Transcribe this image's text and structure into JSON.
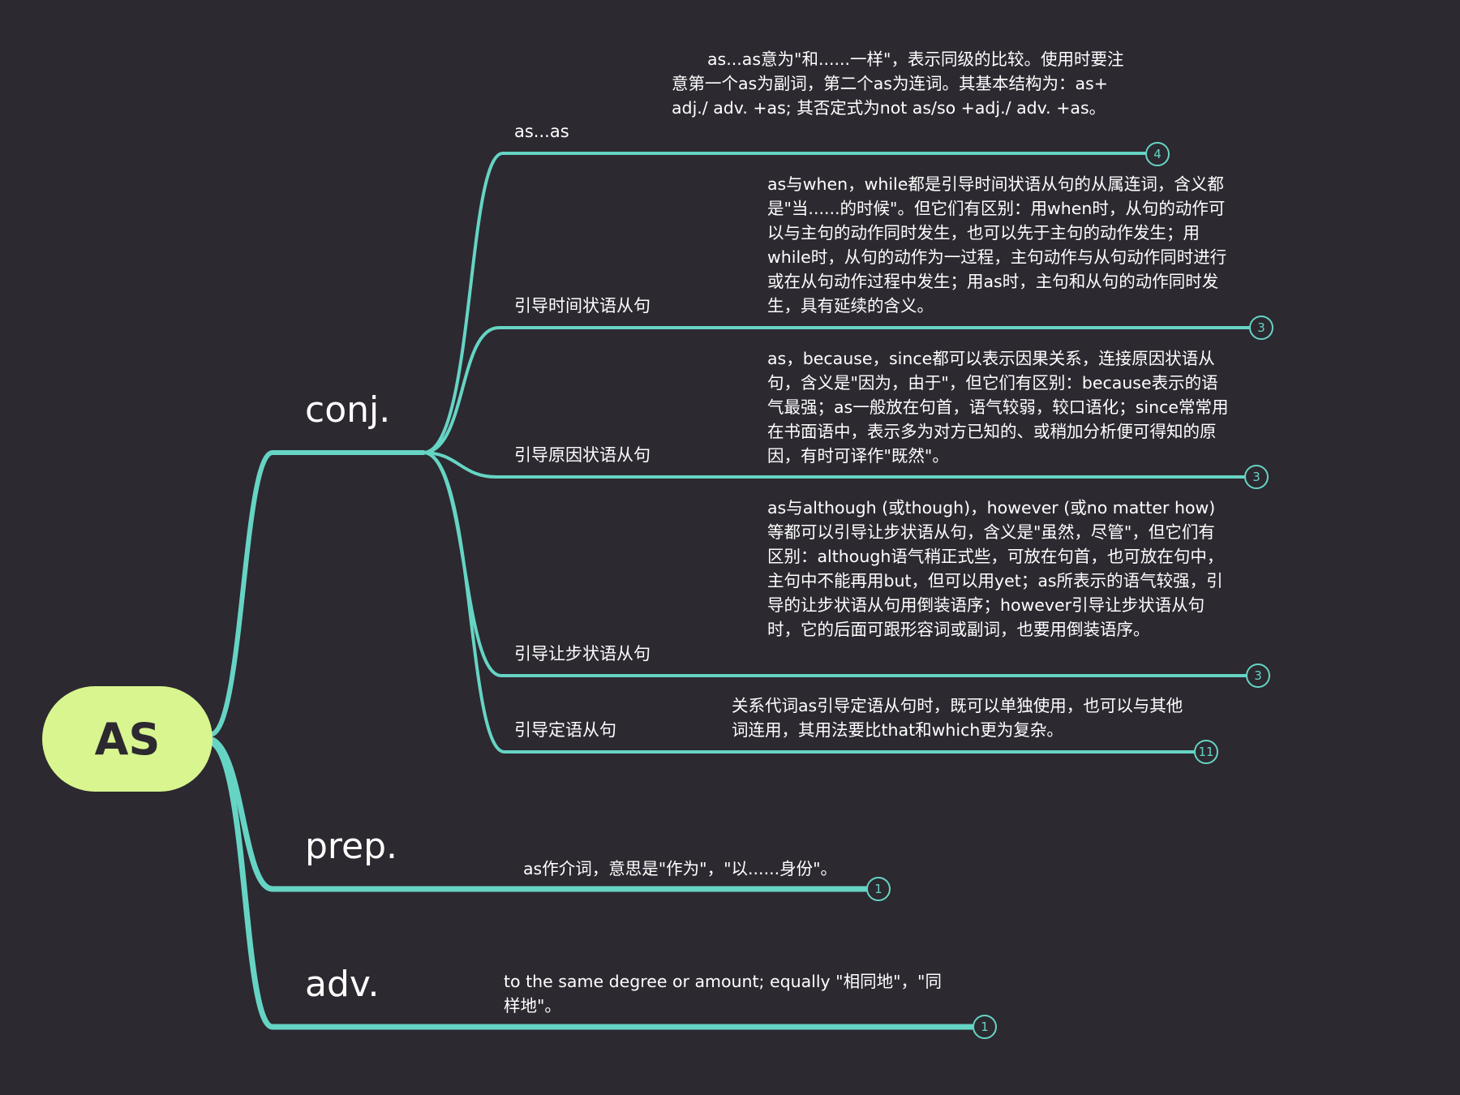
{
  "root": {
    "label": "AS"
  },
  "branches": {
    "conj": {
      "label": "conj.",
      "topics": {
        "asas": {
          "label": "as...as",
          "note": "as...as意为\"和......一样\"，表示同级的比较。使用时要注意第一个as为副词，第二个as为连词。其基本结构为：as+ adj./ adv. +as; 其否定式为not as/so +adj./ adv. +as。",
          "count": "4"
        },
        "time": {
          "label": "引导时间状语从句",
          "note": "as与when，while都是引导时间状语从句的从属连词，含义都是\"当......的时候\"。但它们有区别：用when时，从句的动作可以与主句的动作同时发生，也可以先于主句的动作发生；用while时，从句的动作为一过程，主句动作与从句动作同时进行或在从句动作过程中发生；用as时，主句和从句的动作同时发生，具有延续的含义。",
          "count": "3"
        },
        "reason": {
          "label": "引导原因状语从句",
          "note": "as，because，since都可以表示因果关系，连接原因状语从句，含义是\"因为，由于\"，但它们有区别：because表示的语气最强；as一般放在句首，语气较弱，较口语化；since常常用在书面语中，表示多为对方已知的、或稍加分析便可得知的原因，有时可译作\"既然\"。",
          "count": "3"
        },
        "concession": {
          "label": "引导让步状语从句",
          "note": "as与although (或though)，however (或no matter how)等都可以引导让步状语从句，含义是\"虽然，尽管\"，但它们有区别：although语气稍正式些，可放在句首，也可放在句中，主句中不能再用but，但可以用yet；as所表示的语气较强，引导的让步状语从句用倒装语序；however引导让步状语从句时，它的后面可跟形容词或副词，也要用倒装语序。",
          "count": "3"
        },
        "attributive": {
          "label": "引导定语从句",
          "note": "关系代词as引导定语从句时，既可以单独使用，也可以与其他词连用，其用法要比that和which更为复杂。",
          "count": "11"
        }
      }
    },
    "prep": {
      "label": "prep.",
      "note": "as作介词，意思是\"作为\"，\"以......身份\"。",
      "count": "1"
    },
    "adv": {
      "label": "adv.",
      "note": "to the same degree or amount; equally \"相同地\"，\"同样地\"。",
      "count": "1"
    }
  },
  "colors": {
    "background": "#2c2930",
    "line": "#66d4c4",
    "root_fill": "#d8f58f",
    "root_text": "#2c2930"
  }
}
